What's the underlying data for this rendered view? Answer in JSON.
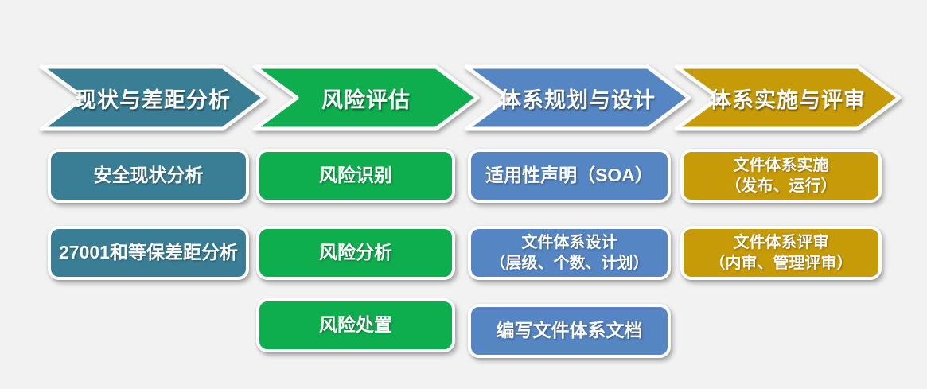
{
  "canvas": {
    "background": "#f2f2f2"
  },
  "stages": [
    {
      "name": "current-state-gap-analysis",
      "label": "现状与差距分析",
      "color": "#3a7e95",
      "items": [
        {
          "lines": [
            "安全现状分析"
          ]
        },
        {
          "lines": [
            "27001和等保差距分析"
          ]
        }
      ]
    },
    {
      "name": "risk-assessment",
      "label": "风险评估",
      "color": "#0ead4d",
      "items": [
        {
          "lines": [
            "风险识别"
          ]
        },
        {
          "lines": [
            "风险分析"
          ]
        },
        {
          "lines": [
            "风险处置"
          ]
        }
      ]
    },
    {
      "name": "system-planning-design",
      "label": "体系规划与设计",
      "color": "#5585c2",
      "items": [
        {
          "lines": [
            "适用性声明（SOA）"
          ]
        },
        {
          "lines": [
            "文件体系设计",
            "（层级、个数、计划）"
          ]
        },
        {
          "lines": [
            "编写文件体系文档"
          ]
        }
      ]
    },
    {
      "name": "system-implementation-review",
      "label": "体系实施与评审",
      "color": "#c79a08",
      "items": [
        {
          "lines": [
            "文件体系实施",
            "（发布、运行）"
          ]
        },
        {
          "lines": [
            "文件体系评审",
            "（内审、管理评审）"
          ]
        }
      ]
    }
  ]
}
